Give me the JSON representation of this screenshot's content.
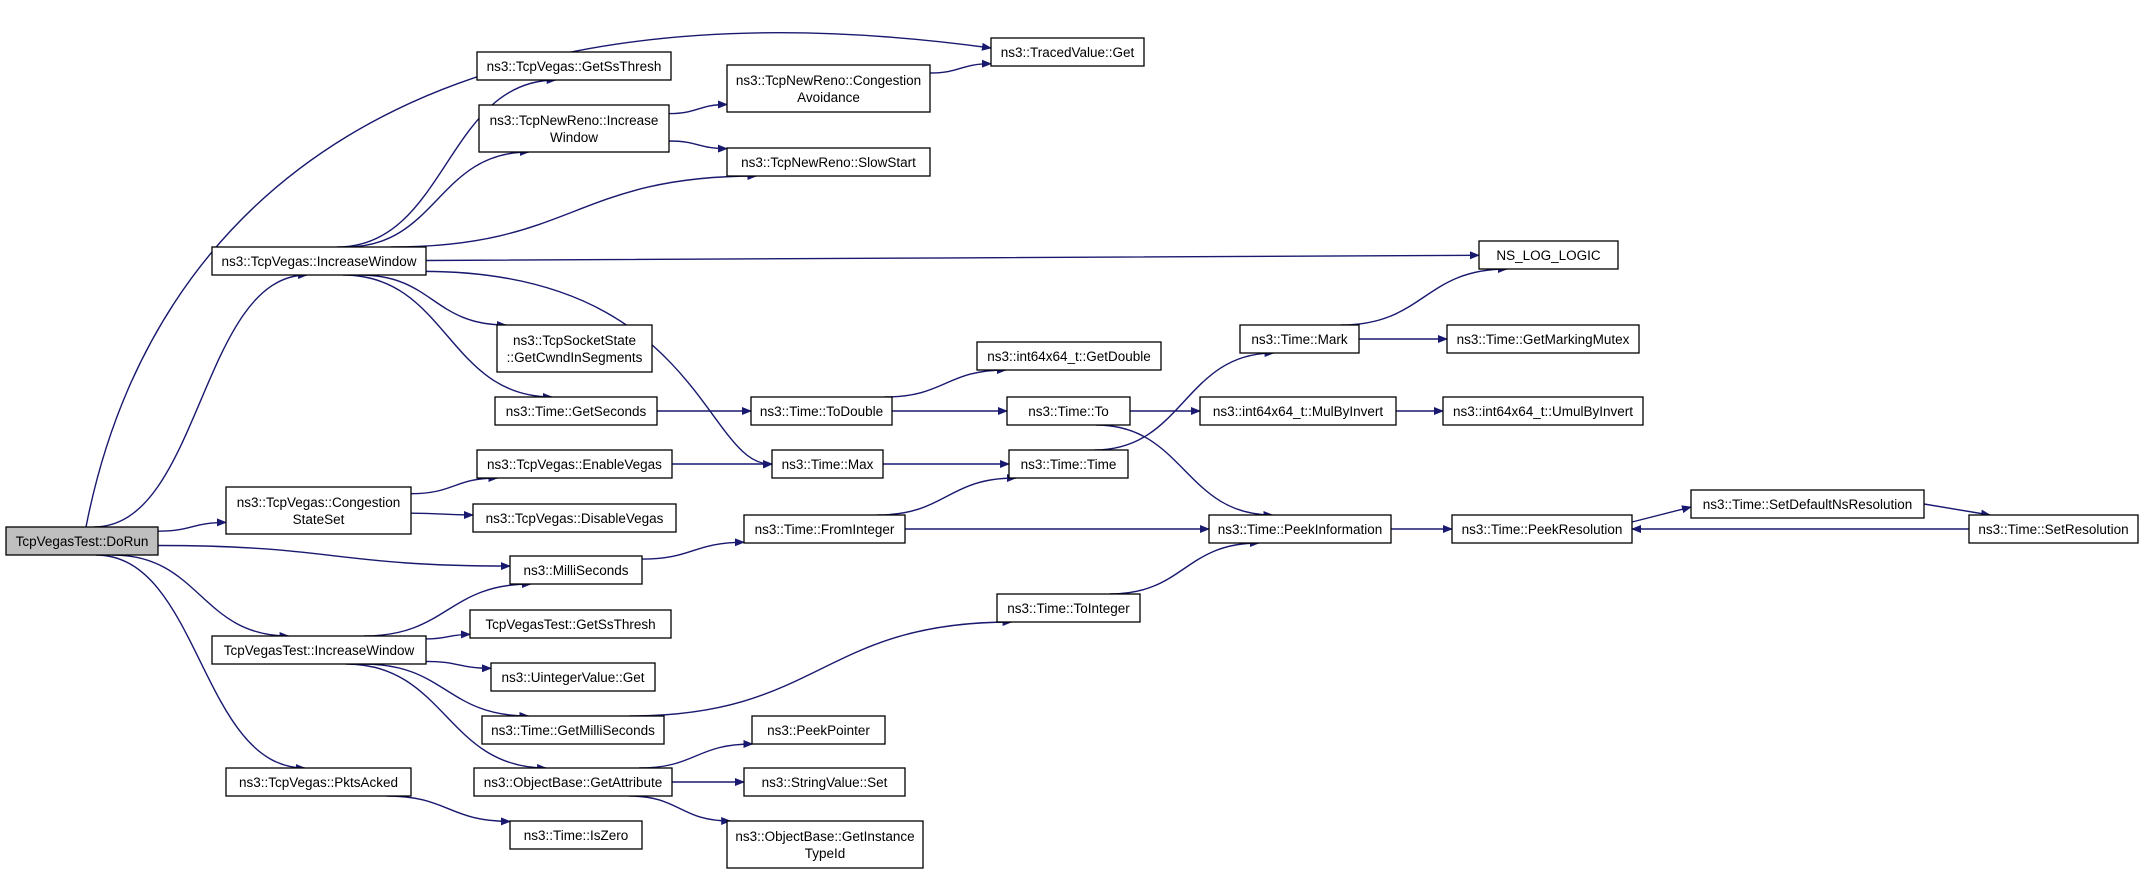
{
  "diagram": {
    "nodes": [
      {
        "id": "dorun",
        "lines": [
          "TcpVegasTest::DoRun"
        ],
        "root": true
      },
      {
        "id": "vegas_increase",
        "lines": [
          "ns3::TcpVegas::IncreaseWindow"
        ]
      },
      {
        "id": "vegas_congestion",
        "lines": [
          "ns3::TcpVegas::Congestion",
          "StateSet"
        ]
      },
      {
        "id": "test_increase",
        "lines": [
          "TcpVegasTest::IncreaseWindow"
        ]
      },
      {
        "id": "pktsacked",
        "lines": [
          "ns3::TcpVegas::PktsAcked"
        ]
      },
      {
        "id": "vegas_getss",
        "lines": [
          "ns3::TcpVegas::GetSsThresh"
        ]
      },
      {
        "id": "newreno_increase",
        "lines": [
          "ns3::TcpNewReno::Increase",
          "Window"
        ]
      },
      {
        "id": "newreno_ca",
        "lines": [
          "ns3::TcpNewReno::Congestion",
          "Avoidance"
        ]
      },
      {
        "id": "newreno_ss",
        "lines": [
          "ns3::TcpNewReno::SlowStart"
        ]
      },
      {
        "id": "traced_get",
        "lines": [
          "ns3::TracedValue::Get"
        ]
      },
      {
        "id": "log_logic",
        "lines": [
          "NS_LOG_LOGIC"
        ]
      },
      {
        "id": "getcwnd",
        "lines": [
          "ns3::TcpSocketState",
          "::GetCwndInSegments"
        ]
      },
      {
        "id": "getseconds",
        "lines": [
          "ns3::Time::GetSeconds"
        ]
      },
      {
        "id": "todouble",
        "lines": [
          "ns3::Time::ToDouble"
        ]
      },
      {
        "id": "getdouble",
        "lines": [
          "ns3::int64x64_t::GetDouble"
        ]
      },
      {
        "id": "to",
        "lines": [
          "ns3::Time::To"
        ]
      },
      {
        "id": "mark",
        "lines": [
          "ns3::Time::Mark"
        ]
      },
      {
        "id": "markingmutex",
        "lines": [
          "ns3::Time::GetMarkingMutex"
        ]
      },
      {
        "id": "mulbyinvert",
        "lines": [
          "ns3::int64x64_t::MulByInvert"
        ]
      },
      {
        "id": "umulbyinvert",
        "lines": [
          "ns3::int64x64_t::UmulByInvert"
        ]
      },
      {
        "id": "enablevegas",
        "lines": [
          "ns3::TcpVegas::EnableVegas"
        ]
      },
      {
        "id": "disablevegas",
        "lines": [
          "ns3::TcpVegas::DisableVegas"
        ]
      },
      {
        "id": "max",
        "lines": [
          "ns3::Time::Max"
        ]
      },
      {
        "id": "time",
        "lines": [
          "ns3::Time::Time"
        ]
      },
      {
        "id": "frominteger",
        "lines": [
          "ns3::Time::FromInteger"
        ]
      },
      {
        "id": "peekinfo",
        "lines": [
          "ns3::Time::PeekInformation"
        ]
      },
      {
        "id": "peekres",
        "lines": [
          "ns3::Time::PeekResolution"
        ]
      },
      {
        "id": "setdefaultns",
        "lines": [
          "ns3::Time::SetDefaultNsResolution"
        ]
      },
      {
        "id": "setres",
        "lines": [
          "ns3::Time::SetResolution"
        ]
      },
      {
        "id": "milliseconds",
        "lines": [
          "ns3::MilliSeconds"
        ]
      },
      {
        "id": "test_getss",
        "lines": [
          "TcpVegasTest::GetSsThresh"
        ]
      },
      {
        "id": "uintget",
        "lines": [
          "ns3::UintegerValue::Get"
        ]
      },
      {
        "id": "tointeger",
        "lines": [
          "ns3::Time::ToInteger"
        ]
      },
      {
        "id": "getms",
        "lines": [
          "ns3::Time::GetMilliSeconds"
        ]
      },
      {
        "id": "peekpointer",
        "lines": [
          "ns3::PeekPointer"
        ]
      },
      {
        "id": "getattribute",
        "lines": [
          "ns3::ObjectBase::GetAttribute"
        ]
      },
      {
        "id": "stringset",
        "lines": [
          "ns3::StringValue::Set"
        ]
      },
      {
        "id": "getinstance",
        "lines": [
          "ns3::ObjectBase::GetInstance",
          "TypeId"
        ]
      },
      {
        "id": "iszero",
        "lines": [
          "ns3::Time::IsZero"
        ]
      }
    ],
    "edges": [
      [
        "dorun",
        "traced_get"
      ],
      [
        "dorun",
        "vegas_increase"
      ],
      [
        "dorun",
        "vegas_congestion"
      ],
      [
        "dorun",
        "milliseconds"
      ],
      [
        "dorun",
        "test_increase"
      ],
      [
        "dorun",
        "pktsacked"
      ],
      [
        "vegas_increase",
        "vegas_getss"
      ],
      [
        "vegas_increase",
        "newreno_increase"
      ],
      [
        "vegas_increase",
        "newreno_ss"
      ],
      [
        "vegas_increase",
        "log_logic"
      ],
      [
        "vegas_increase",
        "getcwnd"
      ],
      [
        "vegas_increase",
        "getseconds"
      ],
      [
        "vegas_increase",
        "max"
      ],
      [
        "newreno_increase",
        "newreno_ca"
      ],
      [
        "newreno_increase",
        "newreno_ss"
      ],
      [
        "newreno_ca",
        "traced_get"
      ],
      [
        "getseconds",
        "todouble"
      ],
      [
        "todouble",
        "getdouble"
      ],
      [
        "todouble",
        "to"
      ],
      [
        "to",
        "mulbyinvert"
      ],
      [
        "to",
        "peekinfo"
      ],
      [
        "mulbyinvert",
        "umulbyinvert"
      ],
      [
        "vegas_congestion",
        "enablevegas"
      ],
      [
        "vegas_congestion",
        "disablevegas"
      ],
      [
        "enablevegas",
        "max"
      ],
      [
        "max",
        "time"
      ],
      [
        "time",
        "mark"
      ],
      [
        "mark",
        "log_logic"
      ],
      [
        "mark",
        "markingmutex"
      ],
      [
        "frominteger",
        "time"
      ],
      [
        "frominteger",
        "peekinfo"
      ],
      [
        "milliseconds",
        "frominteger"
      ],
      [
        "peekinfo",
        "peekres"
      ],
      [
        "peekres",
        "setdefaultns"
      ],
      [
        "setdefaultns",
        "setres"
      ],
      [
        "setres",
        "peekres"
      ],
      [
        "test_increase",
        "milliseconds"
      ],
      [
        "test_increase",
        "test_getss"
      ],
      [
        "test_increase",
        "uintget"
      ],
      [
        "test_increase",
        "getms"
      ],
      [
        "test_increase",
        "getattribute"
      ],
      [
        "getms",
        "tointeger"
      ],
      [
        "tointeger",
        "peekinfo"
      ],
      [
        "getattribute",
        "peekpointer"
      ],
      [
        "getattribute",
        "stringset"
      ],
      [
        "getattribute",
        "getinstance"
      ],
      [
        "pktsacked",
        "iszero"
      ]
    ]
  }
}
